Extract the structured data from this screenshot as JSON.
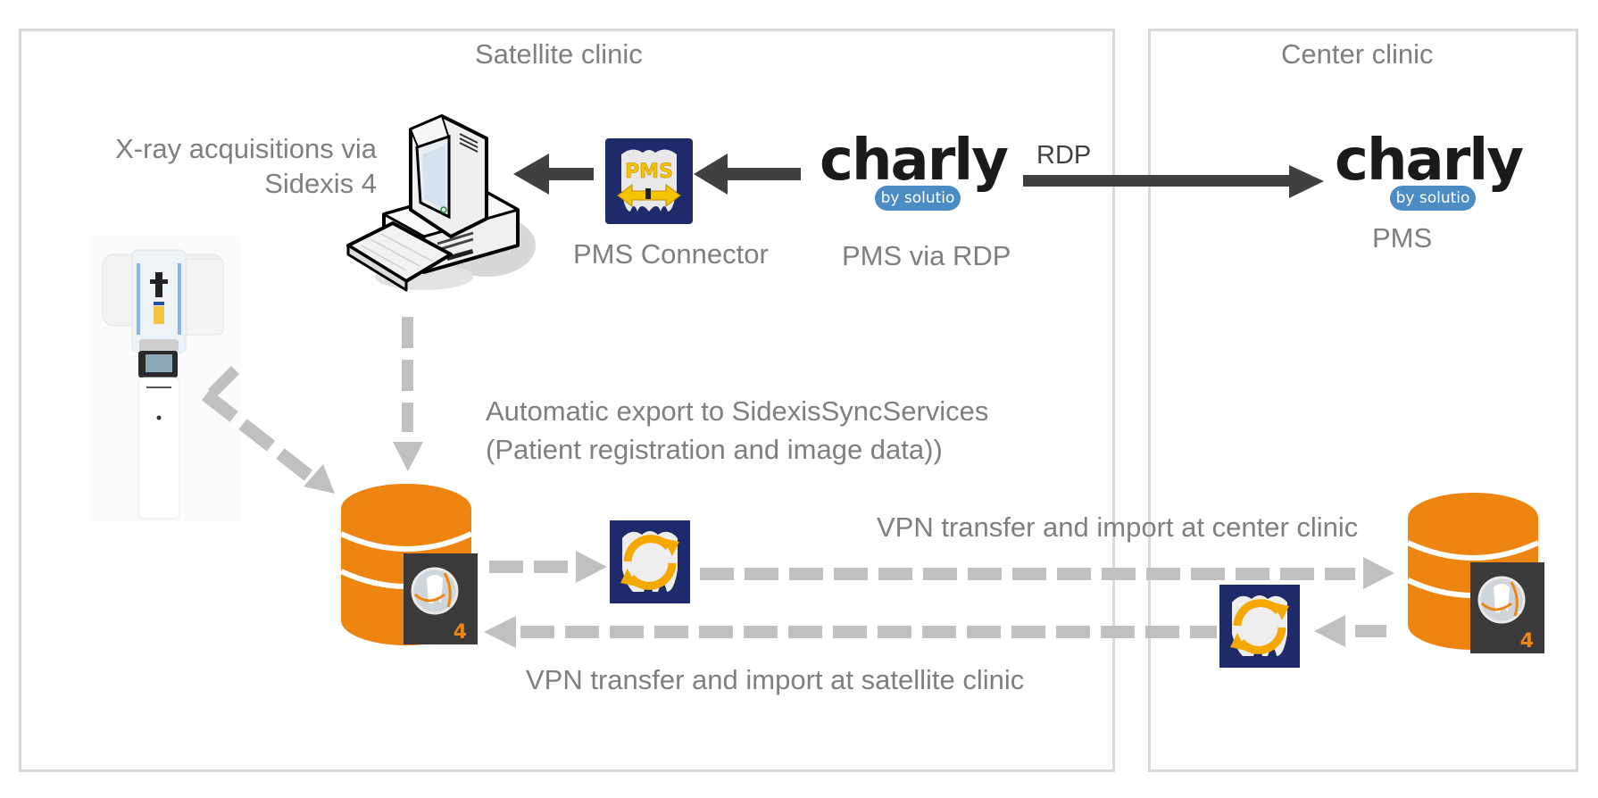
{
  "regions": {
    "satellite": {
      "title": "Satellite clinic"
    },
    "center": {
      "title": "Center clinic"
    }
  },
  "labels": {
    "xray_acquisition_line1": "X-ray acquisitions via",
    "xray_acquisition_line2": "Sidexis 4",
    "pms_connector": "PMS Connector",
    "pms_via_rdp": "PMS via RDP",
    "rdp": "RDP",
    "center_pms": "PMS",
    "auto_export_line1": "Automatic export to SidexisSyncServices",
    "auto_export_line2": "(Patient registration and image data))",
    "vpn_to_center": "VPN transfer and import at center clinic",
    "vpn_to_satellite": "VPN transfer and import at satellite clinic"
  },
  "logos": {
    "charly_word": "charly",
    "charly_tagline": "by solutio",
    "pms_icon_text": "PMS",
    "sidexis_version": "4"
  },
  "colors": {
    "box_border": "#d9d9d9",
    "label_gray": "#7f7f7f",
    "solid_arrow": "#404040",
    "dashed_arrow": "#c0c0c0",
    "database_orange": "#ef8511",
    "icon_navy": "#1f2a6b",
    "solutio_blue": "#4a8cc3",
    "sync_yellow": "#f5a800"
  }
}
